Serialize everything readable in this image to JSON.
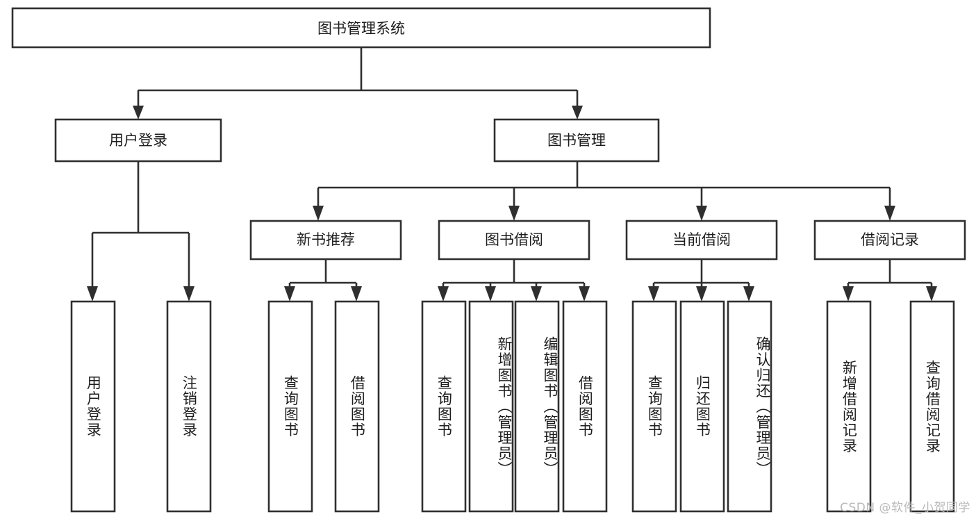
{
  "diagram": {
    "title": "图书管理系统",
    "watermark": "CSDN @软件_小贺同学",
    "type": "tree",
    "orientation": "top-down",
    "colors": {
      "stroke": "#2f2f2f",
      "fill": "#ffffff",
      "text": "#1d1d1d",
      "watermark": "#b9b9b9",
      "background": "#ffffff"
    },
    "root": {
      "id": "root",
      "label": "图书管理系统",
      "orientation": "horizontal"
    },
    "level2": [
      {
        "id": "user-login",
        "label": "用户登录",
        "orientation": "horizontal"
      },
      {
        "id": "book-manage",
        "label": "图书管理",
        "orientation": "horizontal"
      }
    ],
    "level3": [
      {
        "id": "new-book-recommend",
        "label": "新书推荐",
        "orientation": "horizontal",
        "parent": "book-manage"
      },
      {
        "id": "book-borrow",
        "label": "图书借阅",
        "orientation": "horizontal",
        "parent": "book-manage"
      },
      {
        "id": "current-borrow",
        "label": "当前借阅",
        "orientation": "horizontal",
        "parent": "book-manage"
      },
      {
        "id": "borrow-record",
        "label": "借阅记录",
        "orientation": "horizontal",
        "parent": "book-manage"
      }
    ],
    "leaves": [
      {
        "id": "leaf-user-login",
        "label": "用户登录",
        "orientation": "vertical",
        "parent": "user-login"
      },
      {
        "id": "leaf-user-logout",
        "label": "注销登录",
        "orientation": "vertical",
        "parent": "user-login"
      },
      {
        "id": "leaf-query-book-1",
        "label": "查询图书",
        "orientation": "vertical",
        "parent": "new-book-recommend"
      },
      {
        "id": "leaf-borrow-book-1",
        "label": "借阅图书",
        "orientation": "vertical",
        "parent": "new-book-recommend"
      },
      {
        "id": "leaf-query-book-2",
        "label": "查询图书",
        "orientation": "vertical",
        "parent": "book-borrow"
      },
      {
        "id": "leaf-add-book",
        "label": "新增图书（管理员）",
        "orientation": "vertical",
        "parent": "book-borrow"
      },
      {
        "id": "leaf-edit-book",
        "label": "编辑图书（管理员）",
        "orientation": "vertical",
        "parent": "book-borrow"
      },
      {
        "id": "leaf-borrow-book-2",
        "label": "借阅图书",
        "orientation": "vertical",
        "parent": "book-borrow"
      },
      {
        "id": "leaf-query-book-3",
        "label": "查询图书",
        "orientation": "vertical",
        "parent": "current-borrow"
      },
      {
        "id": "leaf-return-book",
        "label": "归还图书",
        "orientation": "vertical",
        "parent": "current-borrow"
      },
      {
        "id": "leaf-confirm-return",
        "label": "确认归还（管理员）",
        "orientation": "vertical",
        "parent": "current-borrow"
      },
      {
        "id": "leaf-add-record",
        "label": "新增借阅记录",
        "orientation": "vertical",
        "parent": "borrow-record"
      },
      {
        "id": "leaf-query-record",
        "label": "查询借阅记录",
        "orientation": "vertical",
        "parent": "borrow-record"
      }
    ]
  }
}
